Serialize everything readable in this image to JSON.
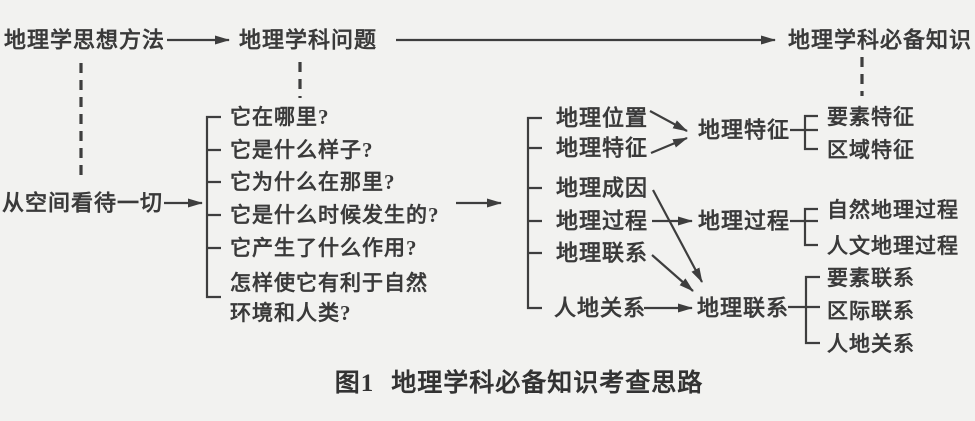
{
  "palette": {
    "bg": "#f2f2f0",
    "ink": "#3a3a3a"
  },
  "top_flow": {
    "method": "地理学思想方法",
    "subject_questions": "地理学科问题",
    "required_knowledge": "地理学科必备知识"
  },
  "left_node": "从空间看待一切",
  "question_list": [
    "它在哪里?",
    "它是什么样子?",
    "它为什么在那里?",
    "它是什么时候发生的?",
    "它产生了什么作用?",
    "怎样使它有利于自然\n环境和人类?"
  ],
  "middle_list": [
    "地理位置",
    "地理特征",
    "地理成因",
    "地理过程",
    "地理联系",
    "人地关系"
  ],
  "right_groups": [
    {
      "label": "地理特征",
      "children": [
        "要素特征",
        "区域特征"
      ]
    },
    {
      "label": "地理过程",
      "children": [
        "自然地理过程",
        "人文地理过程"
      ]
    },
    {
      "label": "地理联系",
      "children": [
        "要素联系",
        "区际联系",
        "人地关系"
      ]
    }
  ],
  "caption": {
    "fig_label": "图1",
    "title": "地理学科必备知识考查思路"
  }
}
